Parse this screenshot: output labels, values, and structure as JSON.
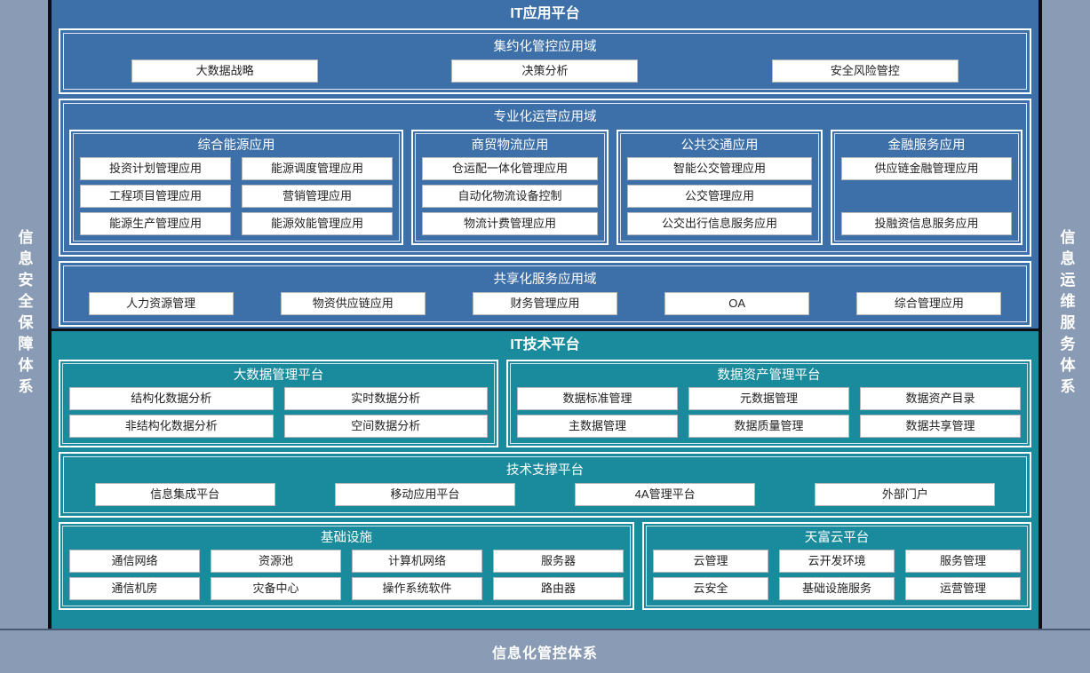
{
  "sides": {
    "left_label": "信息安全保障体系",
    "right_label": "信息运维服务体系"
  },
  "bottom": {
    "label": "信息化管控体系"
  },
  "colors": {
    "app_platform": "#3d6fa8",
    "tech_platform": "#1a8b9c",
    "side_band": "#8a9cb5",
    "chip_background": "#ffffff",
    "chip_text": "#222222",
    "outline": "#ffffff"
  },
  "app_platform": {
    "title": "IT应用平台",
    "domains": [
      {
        "title": "集约化管控应用域",
        "items": [
          "大数据战略",
          "决策分析",
          "安全风险管控"
        ]
      },
      {
        "title": "专业化运营应用域",
        "groups": [
          {
            "title": "综合能源应用",
            "columns": 2,
            "items": [
              "投资计划管理应用",
              "能源调度管理应用",
              "工程项目管理应用",
              "营销管理应用",
              "能源生产管理应用",
              "能源效能管理应用"
            ]
          },
          {
            "title": "商贸物流应用",
            "columns": 1,
            "items": [
              "仓运配一体化管理应用",
              "自动化物流设备控制",
              "物流计费管理应用"
            ]
          },
          {
            "title": "公共交通应用",
            "columns": 1,
            "items": [
              "智能公交管理应用",
              "公交管理应用",
              "公交出行信息服务应用"
            ]
          },
          {
            "title": "金融服务应用",
            "columns": 1,
            "items": [
              "供应链金融管理应用",
              "",
              "投融资信息服务应用"
            ]
          }
        ]
      },
      {
        "title": "共享化服务应用域",
        "items": [
          "人力资源管理",
          "物资供应链应用",
          "财务管理应用",
          "OA",
          "综合管理应用"
        ]
      }
    ]
  },
  "tech_platform": {
    "title": "IT技术平台",
    "rows": [
      {
        "groups": [
          {
            "title": "大数据管理平台",
            "columns": 2,
            "items": [
              "结构化数据分析",
              "实时数据分析",
              "非结构化数据分析",
              "空间数据分析"
            ]
          },
          {
            "title": "数据资产管理平台",
            "columns": 3,
            "items": [
              "数据标准管理",
              "元数据管理",
              "数据资产目录",
              "主数据管理",
              "数据质量管理",
              "数据共享管理"
            ]
          }
        ]
      },
      {
        "domain": {
          "title": "技术支撑平台",
          "items": [
            "信息集成平台",
            "移动应用平台",
            "4A管理平台",
            "外部门户"
          ]
        }
      },
      {
        "groups": [
          {
            "title": "基础设施",
            "columns": 4,
            "items": [
              "通信网络",
              "资源池",
              "计算机网络",
              "服务器",
              "通信机房",
              "灾备中心",
              "操作系统软件",
              "路由器"
            ]
          },
          {
            "title": "天富云平台",
            "columns": 3,
            "items": [
              "云管理",
              "云开发环境",
              "服务管理",
              "云安全",
              "基础设施服务",
              "运营管理"
            ]
          }
        ]
      }
    ]
  }
}
